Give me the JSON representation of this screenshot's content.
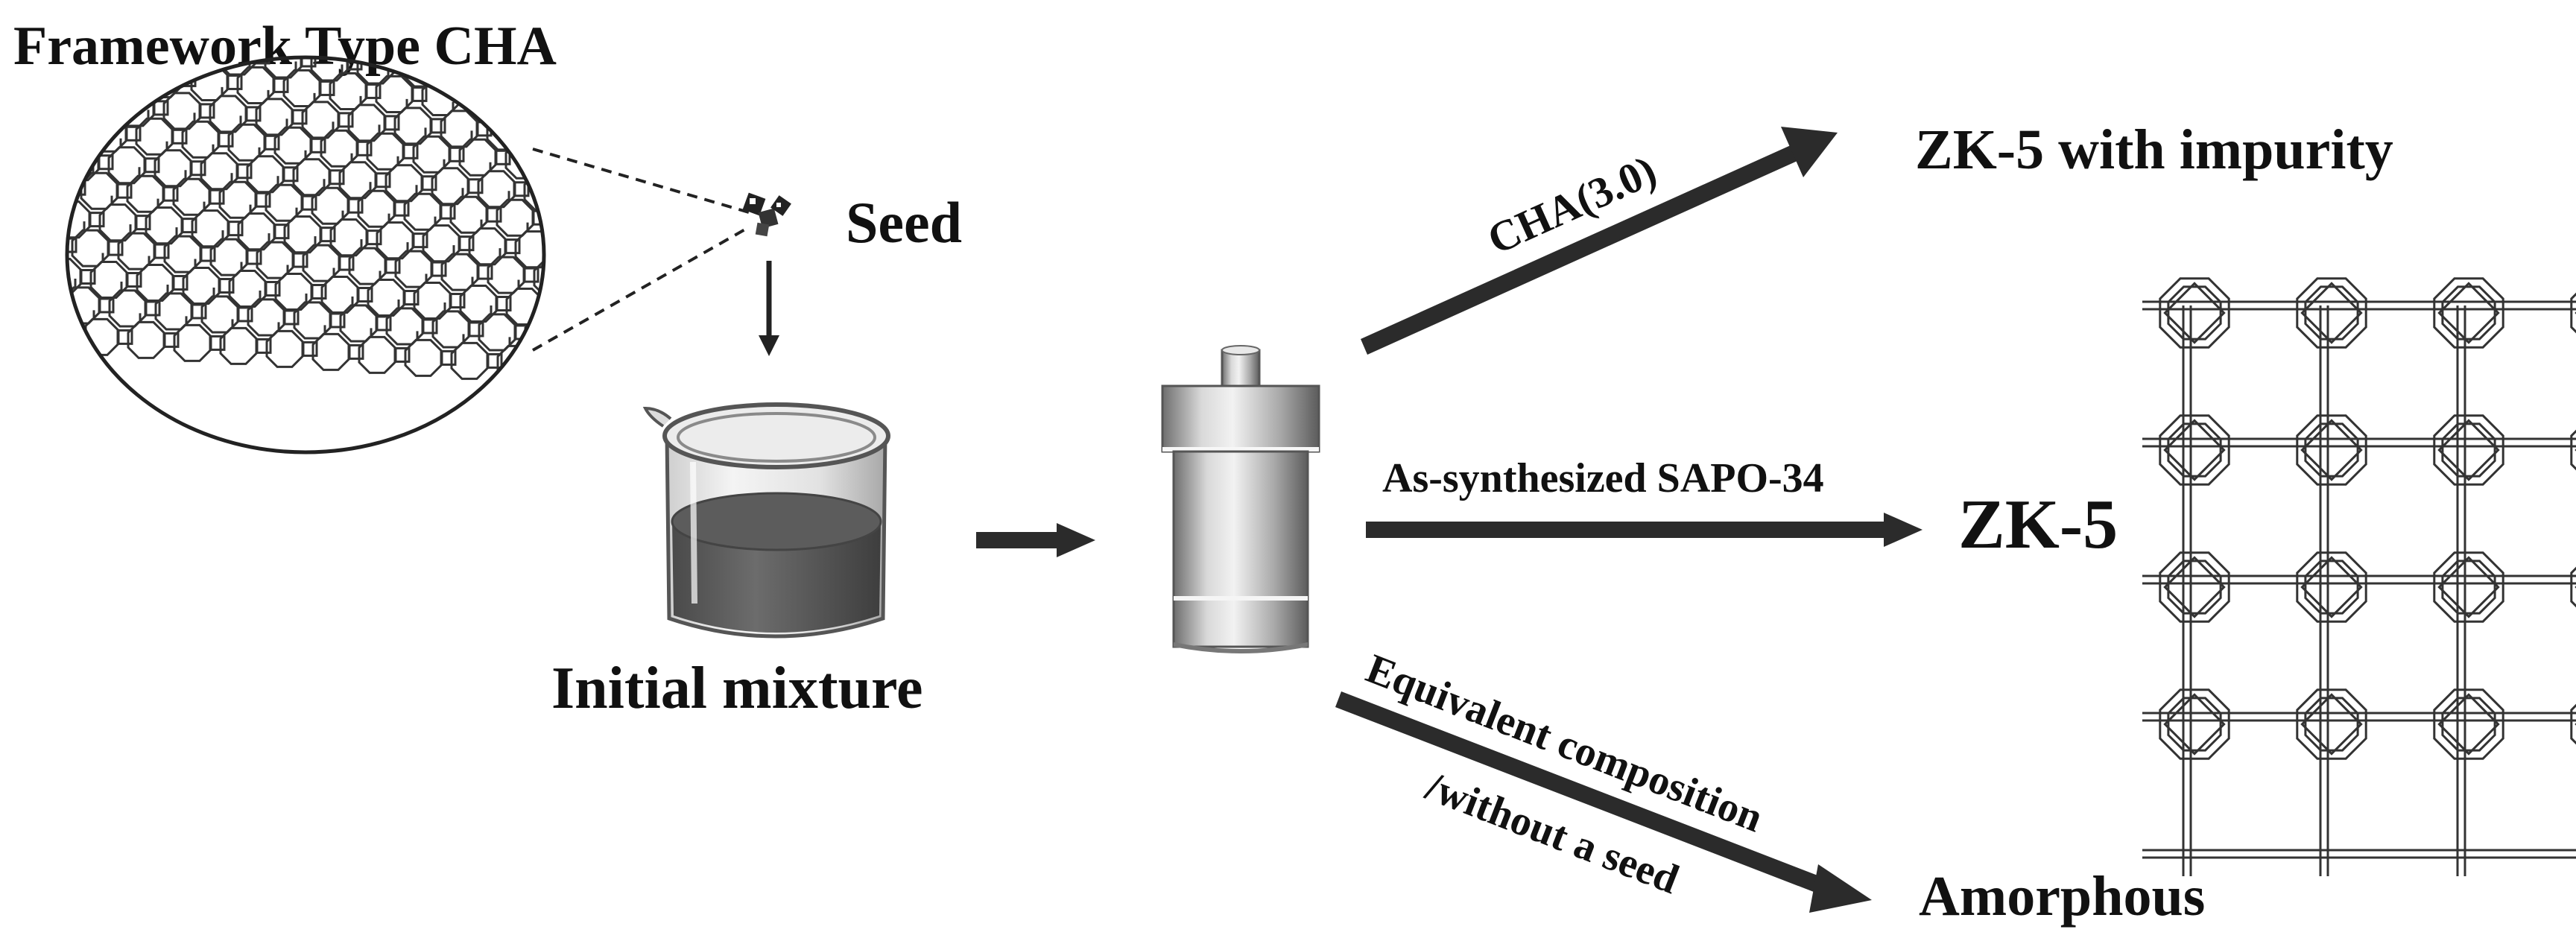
{
  "labels": {
    "title": "Framework Type CHA",
    "seed": "Seed",
    "initial_mixture": "Initial mixture",
    "route_top": "CHA(3.0)",
    "route_middle": "As-synthesized SAPO-34",
    "route_bottom_line1": "Equivalent composition",
    "route_bottom_line2": "/without a seed",
    "product_top": "ZK-5 with impurity",
    "product_middle": "ZK-5",
    "product_bottom": "Amorphous"
  },
  "icons": [
    "cha-framework-ellipse",
    "seed-crystals-icon",
    "beaker-icon",
    "autoclave-icon",
    "zk5-framework-icon"
  ],
  "colors": {
    "ink": "#111111",
    "arrow": "#2b2b2b",
    "liquid": "#5a5a5a"
  }
}
